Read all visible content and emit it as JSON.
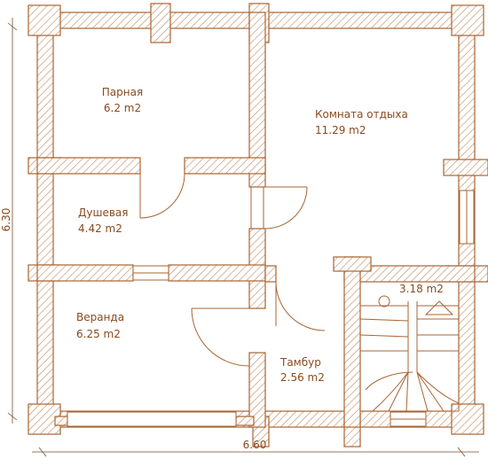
{
  "colors": {
    "wall_stroke": "#a86432",
    "hatch": "#c08a60",
    "text": "#8a4a1e",
    "dim_line": "#7a4a2a"
  },
  "rooms": [
    {
      "name": "Парная",
      "area": "6.2 m2"
    },
    {
      "name": "Комната отдыха",
      "area": "11.29 m2"
    },
    {
      "name": "Душевая",
      "area": "4.42 m2"
    },
    {
      "name": "Веранда",
      "area": "6.25 m2"
    },
    {
      "name": "Тамбур",
      "area": "2.56 m2"
    },
    {
      "name": "",
      "area": "3.18 m2"
    }
  ],
  "dimensions": {
    "width": "6.60",
    "height": "6.30"
  }
}
